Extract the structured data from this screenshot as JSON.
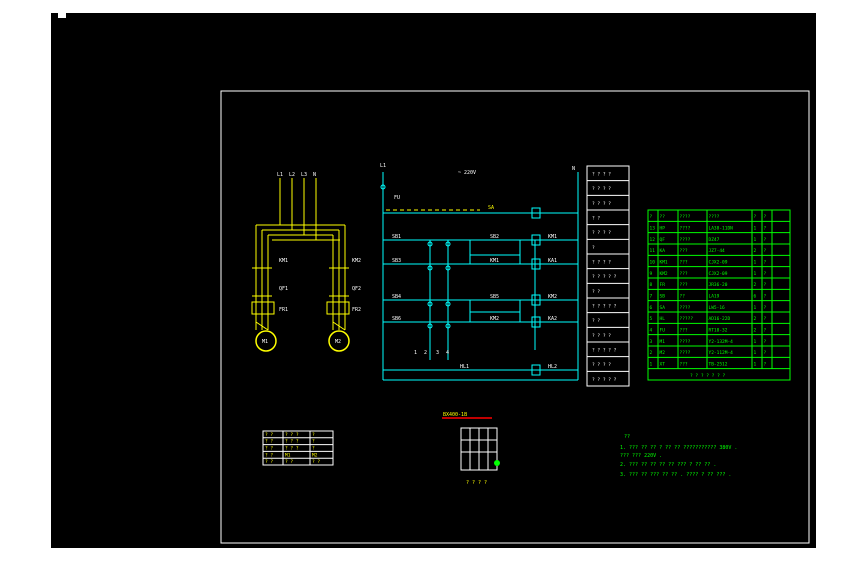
{
  "colors": {
    "background": "#000000",
    "frame": "#ffffff",
    "power_circuit": "#ffff00",
    "control_circuit": "#00ffff",
    "bom_text": "#00ff00",
    "tag_text": "#ffffff",
    "header_red": "#ff0000"
  },
  "power": {
    "phases": [
      "L1",
      "L2",
      "L3",
      "N"
    ],
    "contactors": [
      "KM1",
      "KM2"
    ],
    "breakers": [
      "QF1",
      "QF2"
    ],
    "relays": [
      "FR1",
      "FR2"
    ],
    "motors": [
      "M1",
      "M2"
    ]
  },
  "control": {
    "top_left": "L1",
    "supply_label": "~ 220V",
    "top_right": "N",
    "fuse": "FU",
    "switch": "SA",
    "rows": [
      {
        "left": "SB1",
        "mid": "SB2",
        "right": "KM1"
      },
      {
        "left": "SB3",
        "mid": "KM1",
        "right": "KA1"
      },
      {
        "left": "SB4",
        "mid": "SB5",
        "right": "KM2"
      },
      {
        "left": "SB6",
        "mid": "KM2",
        "right": "KA2"
      },
      {
        "left": "HL1",
        "mid": "",
        "right": "HL2"
      }
    ],
    "bottom_marks": [
      "1",
      "2",
      "3",
      "4"
    ]
  },
  "function_column": {
    "rows": [
      "? ? ? ?",
      "? ? ? ?",
      "? ? ? ?",
      "? ?",
      "? ? ? ?",
      "?",
      "? ? ? ?",
      "? ? ? ? ?",
      "? ?",
      "? ? ? ? ?",
      "? ?",
      "? ? ? ?",
      "? ? ? ? ?",
      "? ? ? ?",
      "? ? ? ? ?"
    ]
  },
  "bom": {
    "headers": [
      "?",
      "??",
      "????",
      "????",
      "?",
      "?"
    ],
    "rows": [
      [
        "13",
        "HP",
        "????",
        "LA38-11DN",
        "1",
        "?"
      ],
      [
        "12",
        "QF",
        "????",
        "DZ47",
        "1",
        "?"
      ],
      [
        "11",
        "KA",
        "???",
        "JZ7-44",
        "2",
        "?"
      ],
      [
        "10",
        "KM1",
        "???",
        "CJX2-09",
        "1",
        "?"
      ],
      [
        "9",
        "KM2",
        "???",
        "CJX2-09",
        "1",
        "?"
      ],
      [
        "8",
        "FR",
        "???",
        "JR36-20",
        "2",
        "?"
      ],
      [
        "7",
        "SB",
        "??",
        "LA19",
        "6",
        "?"
      ],
      [
        "6",
        "SA",
        "????",
        "LW5-16",
        "1",
        "?"
      ],
      [
        "5",
        "HL",
        "?????",
        "AD16-22D",
        "2",
        "?"
      ],
      [
        "4",
        "FU",
        "???",
        "RT18-32",
        "2",
        "?"
      ],
      [
        "3",
        "M1",
        "????",
        "Y2-132M-4",
        "1",
        "?"
      ],
      [
        "2",
        "M2",
        "????",
        "Y2-112M-4",
        "1",
        "?"
      ],
      [
        "1",
        "XT",
        "???",
        "TB-2512",
        "1",
        "?"
      ]
    ],
    "footer": "? ? ? ? ? ? ?"
  },
  "legend_table": {
    "rows": [
      [
        "? ?",
        "? ? ?",
        "?"
      ],
      [
        "? ?",
        "? ? ?",
        "?"
      ],
      [
        "? ?",
        "? ? ?",
        "?"
      ],
      [
        "? ?",
        "M1",
        "M2"
      ],
      [
        "? ?",
        "? ?",
        "? ?"
      ]
    ]
  },
  "panel": {
    "title": "BX400-1B",
    "caption": "? ? ? ?"
  },
  "notes": {
    "heading": "??",
    "lines": [
      "1. ??? ?? ?? ? ?? ?? ??????????? 380V .",
      "   ??? ??? 220V .",
      "2. ??? ?? ?? ?? ?? ??? ? ?? ?? .",
      "3. ??? ?? ??? ?? ?? . ???? ? ?? ??? ."
    ]
  }
}
